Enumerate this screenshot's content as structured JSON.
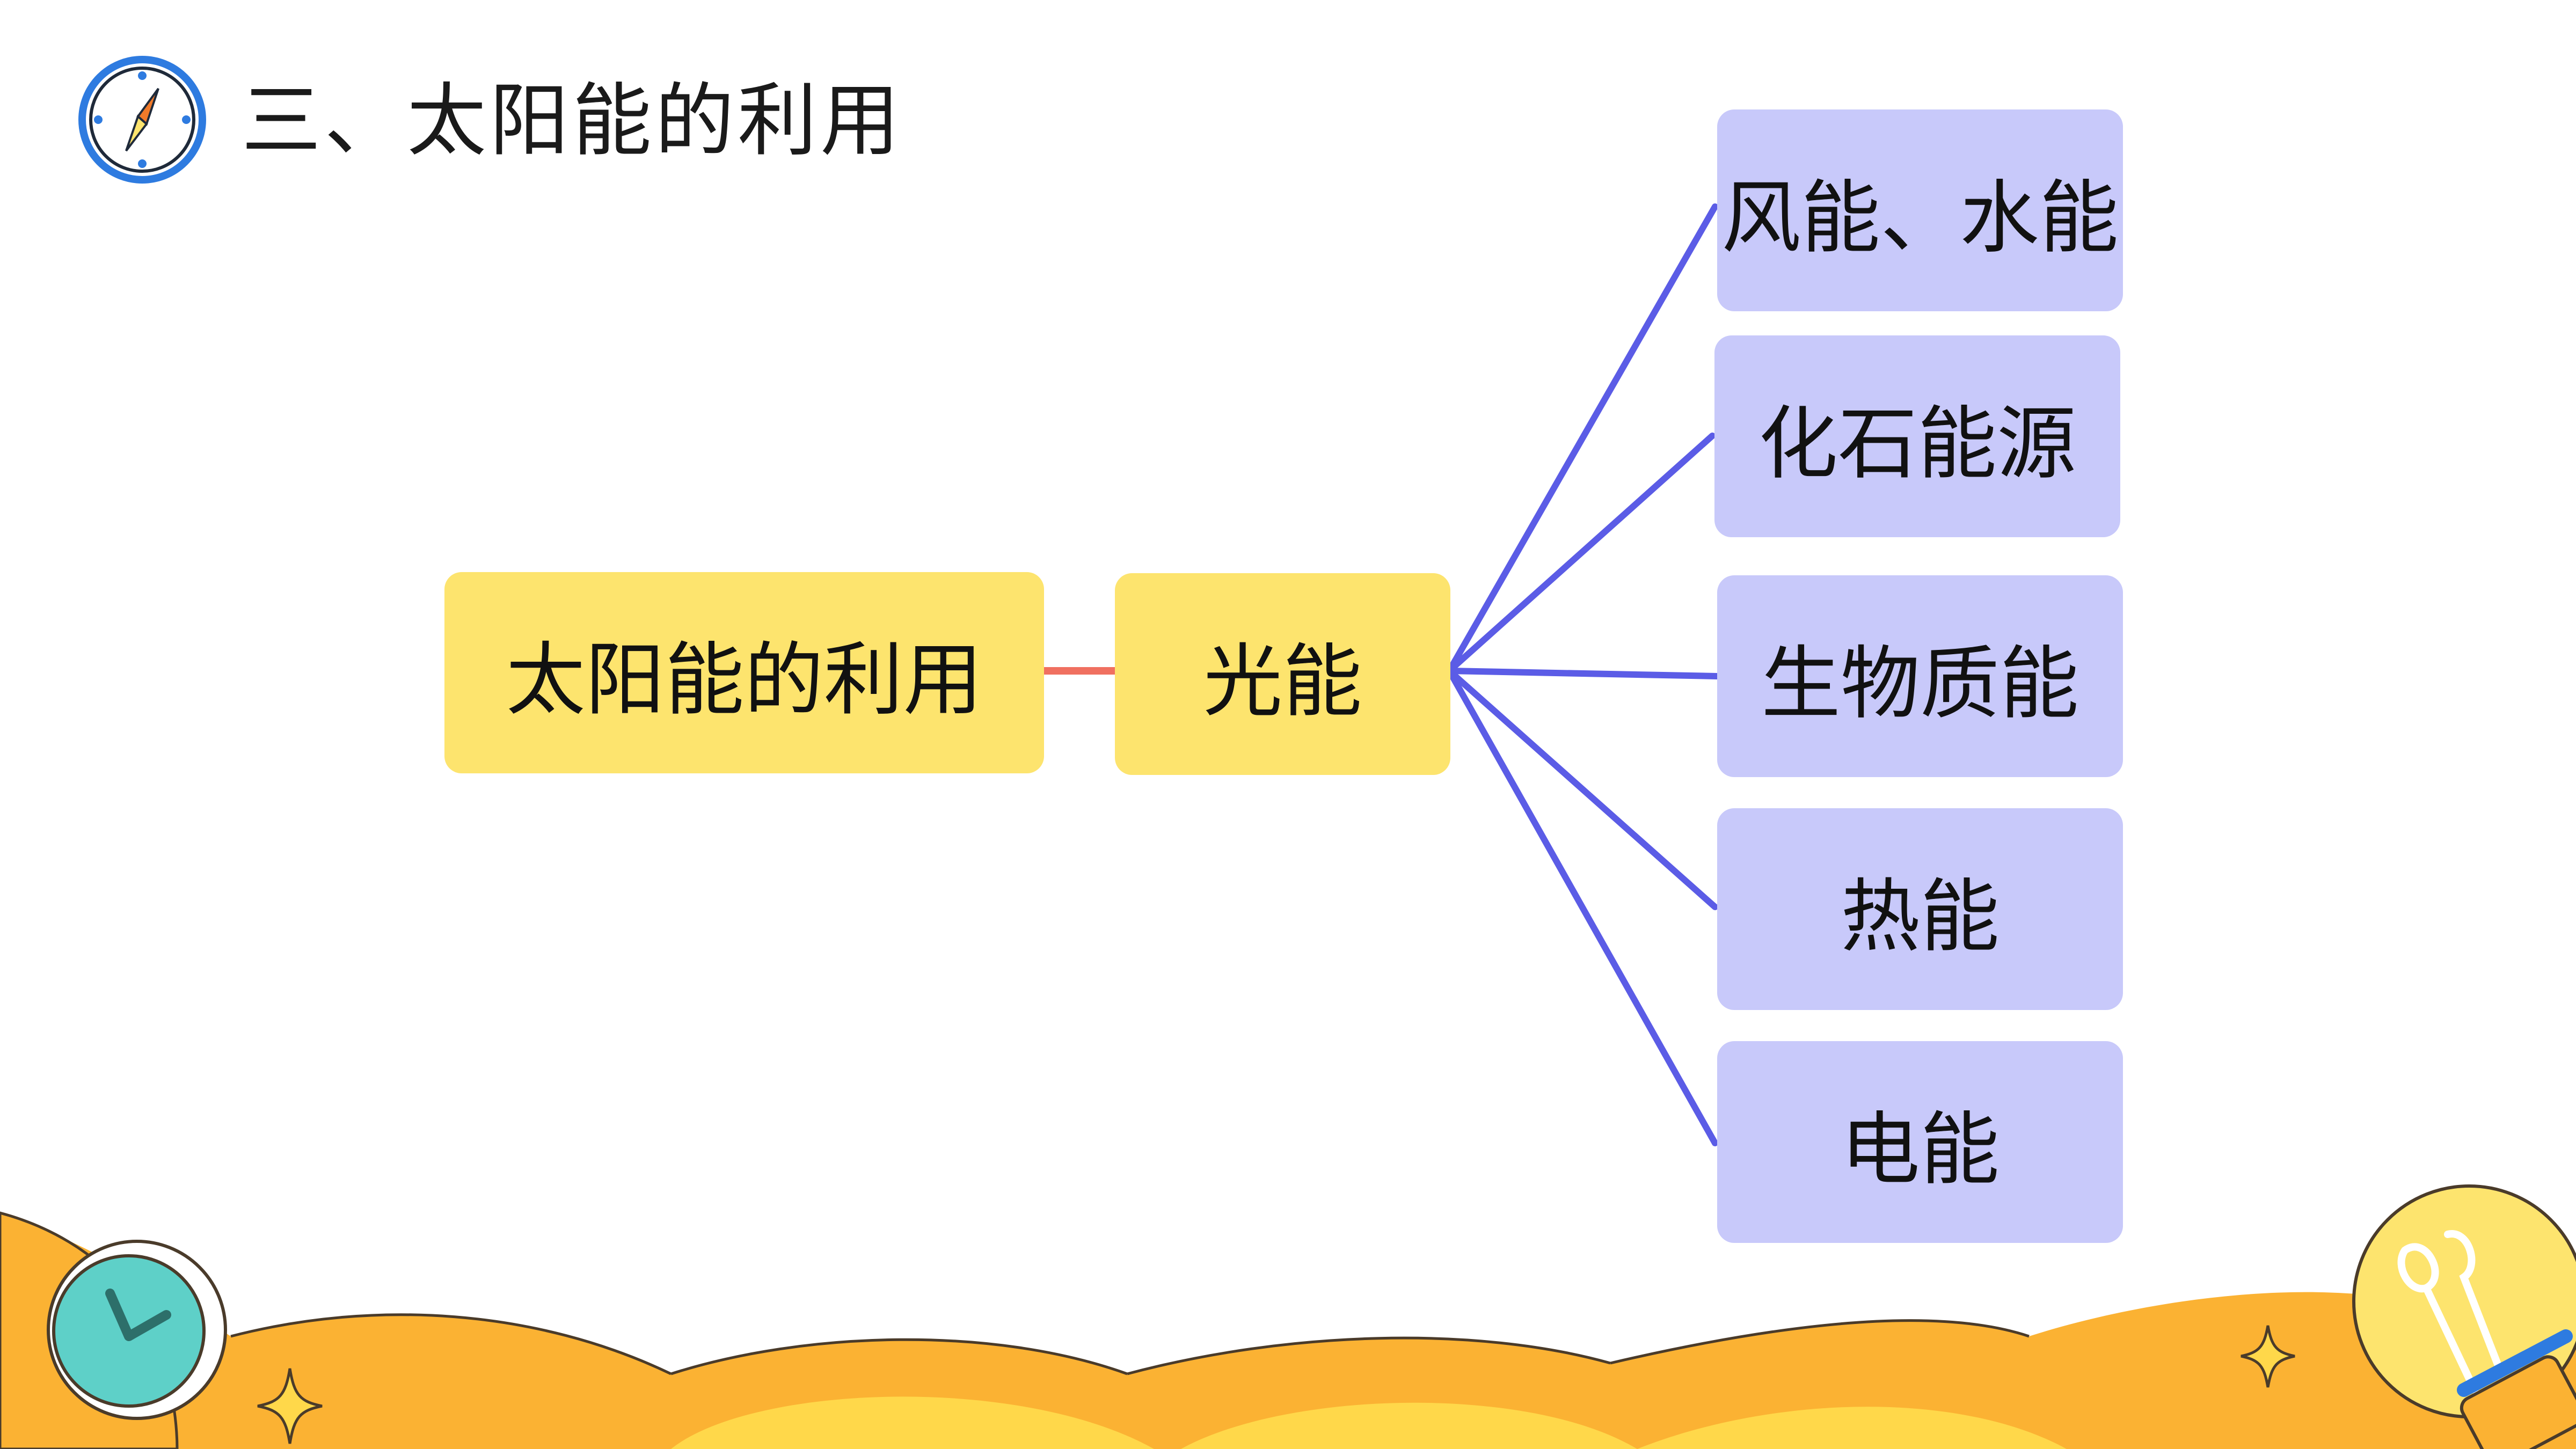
{
  "title": "三、太阳能的利用",
  "icons": {
    "title_icon": "compass-icon",
    "bottom_left": "clock-icon",
    "bottom_right": "lightbulb-icon",
    "sparkles": "sparkle-icon"
  },
  "colors": {
    "yellow_box": "#fde46e",
    "purple_box": "#c8c9fa",
    "branch_line": "#5b5ce6",
    "link_line": "#f07060",
    "wave_orange": "#fbb233",
    "wave_yellow": "#ffd84a",
    "compass_blue": "#2e7be0"
  },
  "diagram": {
    "root": "太阳能的利用",
    "middle": "光能",
    "branches": [
      "风能、水能",
      "化石能源",
      "生物质能",
      "热能",
      "电能"
    ]
  }
}
